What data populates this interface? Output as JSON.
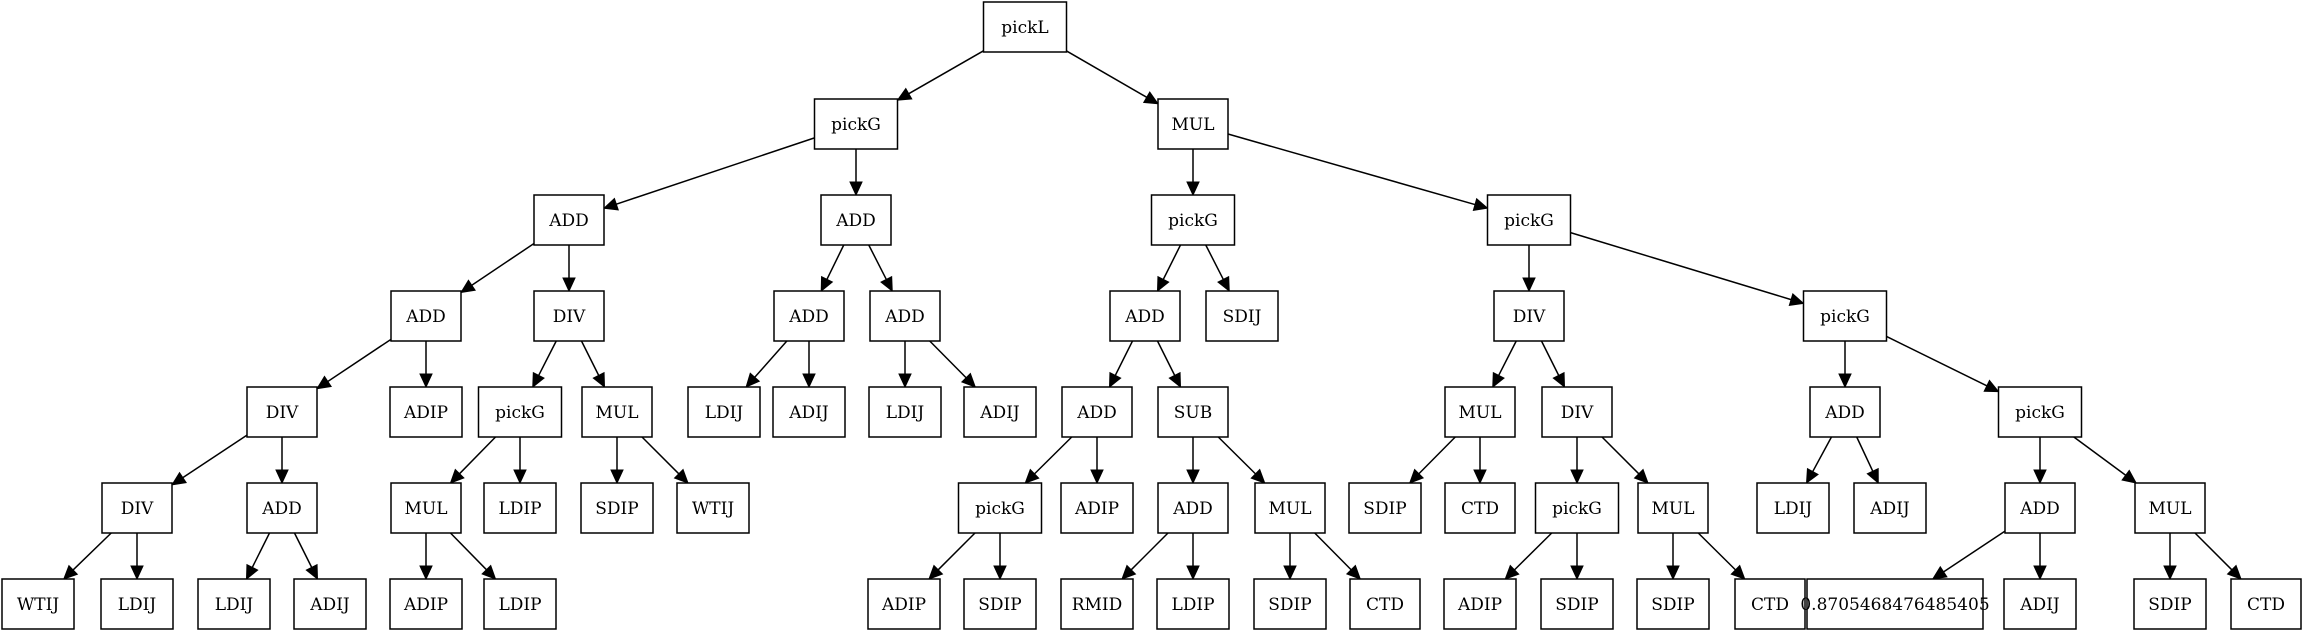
{
  "tree": {
    "nodes": [
      {
        "id": "n0",
        "label": "pickL"
      },
      {
        "id": "n1",
        "label": "pickG"
      },
      {
        "id": "n2",
        "label": "MUL"
      },
      {
        "id": "n3",
        "label": "ADD"
      },
      {
        "id": "n4",
        "label": "ADD"
      },
      {
        "id": "n5",
        "label": "pickG"
      },
      {
        "id": "n6",
        "label": "pickG"
      },
      {
        "id": "n7",
        "label": "ADD"
      },
      {
        "id": "n8",
        "label": "DIV"
      },
      {
        "id": "n9",
        "label": "ADD"
      },
      {
        "id": "n10",
        "label": "ADD"
      },
      {
        "id": "n11",
        "label": "ADD"
      },
      {
        "id": "n12",
        "label": "SDIJ"
      },
      {
        "id": "n13",
        "label": "DIV"
      },
      {
        "id": "n14",
        "label": "pickG"
      },
      {
        "id": "n15",
        "label": "DIV"
      },
      {
        "id": "n16",
        "label": "ADIP"
      },
      {
        "id": "n17",
        "label": "pickG"
      },
      {
        "id": "n18",
        "label": "MUL"
      },
      {
        "id": "n19",
        "label": "LDIJ"
      },
      {
        "id": "n20",
        "label": "ADIJ"
      },
      {
        "id": "n21",
        "label": "LDIJ"
      },
      {
        "id": "n22",
        "label": "ADIJ"
      },
      {
        "id": "n23",
        "label": "ADD"
      },
      {
        "id": "n24",
        "label": "SUB"
      },
      {
        "id": "n25",
        "label": "MUL"
      },
      {
        "id": "n26",
        "label": "DIV"
      },
      {
        "id": "n27",
        "label": "ADD"
      },
      {
        "id": "n28",
        "label": "pickG"
      },
      {
        "id": "n29",
        "label": "DIV"
      },
      {
        "id": "n30",
        "label": "ADD"
      },
      {
        "id": "n31",
        "label": "MUL"
      },
      {
        "id": "n32",
        "label": "LDIP"
      },
      {
        "id": "n33",
        "label": "SDIP"
      },
      {
        "id": "n34",
        "label": "WTIJ"
      },
      {
        "id": "n35",
        "label": "pickG"
      },
      {
        "id": "n36",
        "label": "ADIP"
      },
      {
        "id": "n37",
        "label": "ADD"
      },
      {
        "id": "n38",
        "label": "MUL"
      },
      {
        "id": "n39",
        "label": "SDIP"
      },
      {
        "id": "n40",
        "label": "CTD"
      },
      {
        "id": "n41",
        "label": "pickG"
      },
      {
        "id": "n42",
        "label": "MUL"
      },
      {
        "id": "n43",
        "label": "LDIJ"
      },
      {
        "id": "n44",
        "label": "ADIJ"
      },
      {
        "id": "n45",
        "label": "ADD"
      },
      {
        "id": "n46",
        "label": "MUL"
      },
      {
        "id": "n47",
        "label": "WTIJ"
      },
      {
        "id": "n48",
        "label": "LDIJ"
      },
      {
        "id": "n49",
        "label": "LDIJ"
      },
      {
        "id": "n50",
        "label": "ADIJ"
      },
      {
        "id": "n51",
        "label": "ADIP"
      },
      {
        "id": "n52",
        "label": "LDIP"
      },
      {
        "id": "n53",
        "label": "ADIP"
      },
      {
        "id": "n54",
        "label": "SDIP"
      },
      {
        "id": "n55",
        "label": "RMID"
      },
      {
        "id": "n56",
        "label": "LDIP"
      },
      {
        "id": "n57",
        "label": "SDIP"
      },
      {
        "id": "n58",
        "label": "CTD"
      },
      {
        "id": "n59",
        "label": "ADIP"
      },
      {
        "id": "n60",
        "label": "SDIP"
      },
      {
        "id": "n61",
        "label": "SDIP"
      },
      {
        "id": "n62",
        "label": "CTD"
      },
      {
        "id": "n63",
        "label": "0.8705468476485405"
      },
      {
        "id": "n64",
        "label": "ADIJ"
      },
      {
        "id": "n65",
        "label": "SDIP"
      },
      {
        "id": "n66",
        "label": "CTD"
      }
    ],
    "edges": [
      [
        "n0",
        "n1"
      ],
      [
        "n0",
        "n2"
      ],
      [
        "n1",
        "n3"
      ],
      [
        "n1",
        "n4"
      ],
      [
        "n2",
        "n5"
      ],
      [
        "n2",
        "n6"
      ],
      [
        "n3",
        "n7"
      ],
      [
        "n3",
        "n8"
      ],
      [
        "n4",
        "n9"
      ],
      [
        "n4",
        "n10"
      ],
      [
        "n5",
        "n11"
      ],
      [
        "n5",
        "n12"
      ],
      [
        "n6",
        "n13"
      ],
      [
        "n6",
        "n14"
      ],
      [
        "n7",
        "n15"
      ],
      [
        "n7",
        "n16"
      ],
      [
        "n8",
        "n17"
      ],
      [
        "n8",
        "n18"
      ],
      [
        "n9",
        "n19"
      ],
      [
        "n9",
        "n20"
      ],
      [
        "n10",
        "n21"
      ],
      [
        "n10",
        "n22"
      ],
      [
        "n11",
        "n23"
      ],
      [
        "n11",
        "n24"
      ],
      [
        "n13",
        "n25"
      ],
      [
        "n13",
        "n26"
      ],
      [
        "n14",
        "n27"
      ],
      [
        "n14",
        "n28"
      ],
      [
        "n15",
        "n29"
      ],
      [
        "n15",
        "n30"
      ],
      [
        "n17",
        "n31"
      ],
      [
        "n17",
        "n32"
      ],
      [
        "n18",
        "n33"
      ],
      [
        "n18",
        "n34"
      ],
      [
        "n23",
        "n35"
      ],
      [
        "n23",
        "n36"
      ],
      [
        "n24",
        "n37"
      ],
      [
        "n24",
        "n38"
      ],
      [
        "n25",
        "n39"
      ],
      [
        "n25",
        "n40"
      ],
      [
        "n26",
        "n41"
      ],
      [
        "n26",
        "n42"
      ],
      [
        "n27",
        "n43"
      ],
      [
        "n27",
        "n44"
      ],
      [
        "n28",
        "n45"
      ],
      [
        "n28",
        "n46"
      ],
      [
        "n29",
        "n47"
      ],
      [
        "n29",
        "n48"
      ],
      [
        "n30",
        "n49"
      ],
      [
        "n30",
        "n50"
      ],
      [
        "n31",
        "n51"
      ],
      [
        "n31",
        "n52"
      ],
      [
        "n35",
        "n53"
      ],
      [
        "n35",
        "n54"
      ],
      [
        "n37",
        "n55"
      ],
      [
        "n37",
        "n56"
      ],
      [
        "n38",
        "n57"
      ],
      [
        "n38",
        "n58"
      ],
      [
        "n41",
        "n59"
      ],
      [
        "n41",
        "n60"
      ],
      [
        "n42",
        "n61"
      ],
      [
        "n42",
        "n62"
      ],
      [
        "n45",
        "n63"
      ],
      [
        "n45",
        "n64"
      ],
      [
        "n46",
        "n65"
      ],
      [
        "n46",
        "n66"
      ]
    ]
  }
}
